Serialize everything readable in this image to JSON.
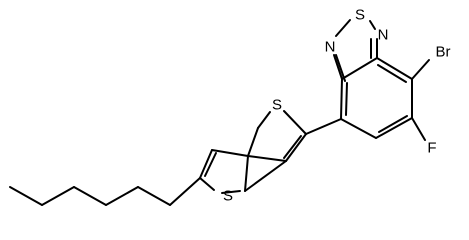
{
  "molecule": {
    "atoms": {
      "s_thiadiazole": "S",
      "n_top": "N",
      "n_left": "N",
      "br": "Br",
      "f": "F",
      "s_thieno_top": "S",
      "s_thieno_bottom": "S"
    }
  }
}
